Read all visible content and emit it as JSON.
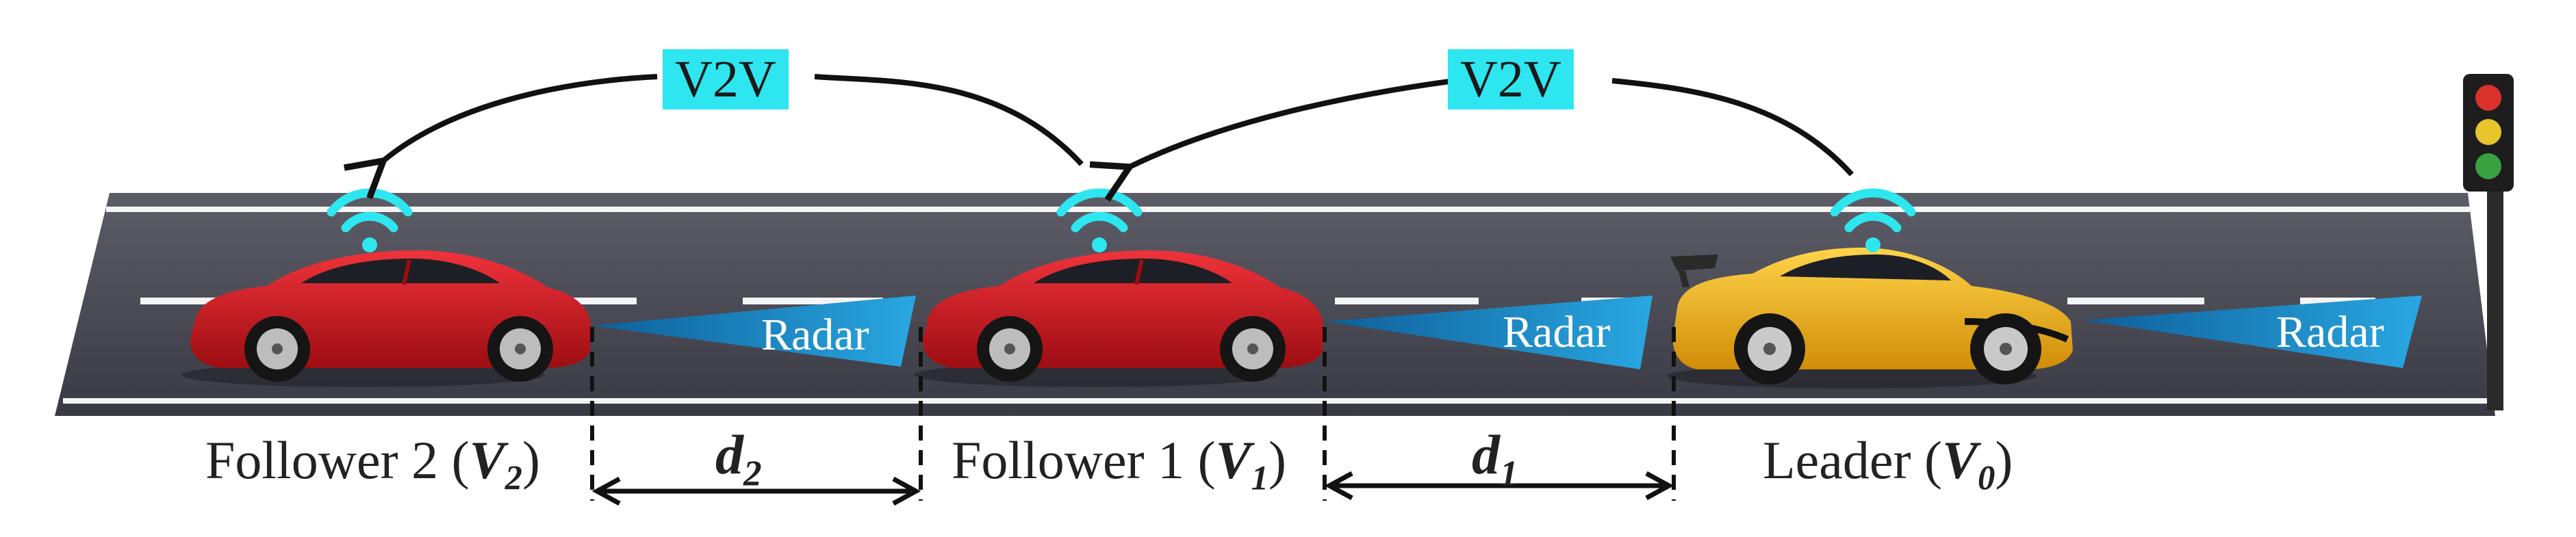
{
  "diagram": {
    "v2v_left": "V2V",
    "v2v_right": "V2V",
    "radar_labels": [
      "Radar",
      "Radar",
      "Radar"
    ],
    "vehicles": {
      "follower2": {
        "label": "Follower 2 (",
        "var": "V",
        "sub": "2",
        "close": ")"
      },
      "follower1": {
        "label": "Follower 1 (",
        "var": "V",
        "sub": "1",
        "close": ")"
      },
      "leader": {
        "label": "Leader (",
        "var": "V",
        "sub": "0",
        "close": ")"
      }
    },
    "distances": {
      "d2": {
        "var": "d",
        "sub": "2"
      },
      "d1": {
        "var": "d",
        "sub": "1"
      }
    },
    "colors": {
      "road": "#4a4a55",
      "follower_car": "#d01a1e",
      "leader_car": "#f2b81c",
      "wifi": "#2ee6ef",
      "radar_beam": "#1a8fd0",
      "v2v_box": "#2ee6ef"
    }
  }
}
